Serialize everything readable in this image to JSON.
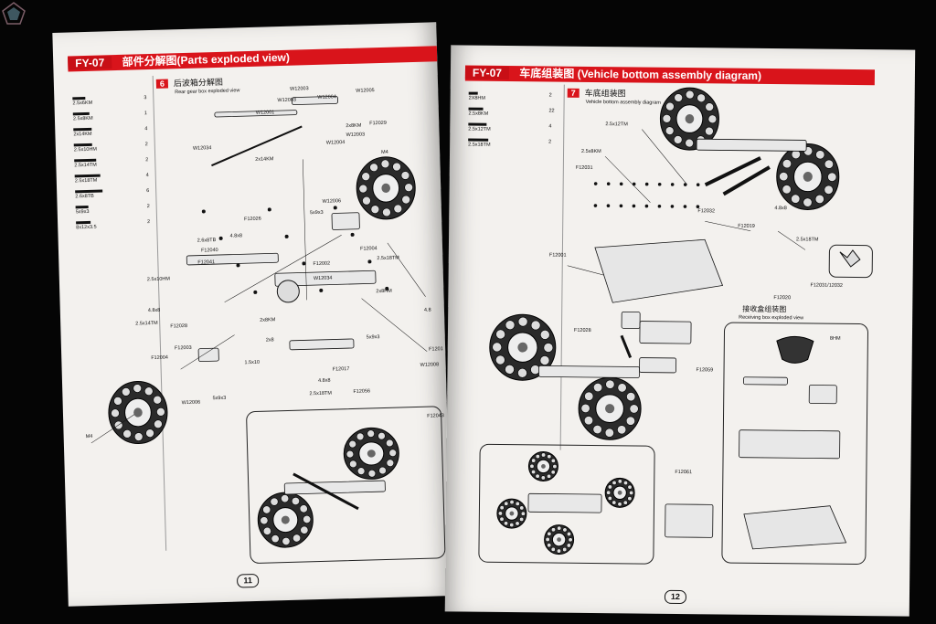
{
  "left": {
    "header": {
      "model": "FY-07",
      "title": "部件分解图(Parts exploded view)"
    },
    "section": {
      "num": "6",
      "title_cn": "后波箱分解图",
      "title_en": "Rear gear box exploded view"
    },
    "parts_list": [
      {
        "label": "2.5x6KM",
        "qty": "3"
      },
      {
        "label": "2.5x8KM",
        "qty": "1"
      },
      {
        "label": "2x14KM",
        "qty": "4"
      },
      {
        "label": "2.5x10HM",
        "qty": "2"
      },
      {
        "label": "2.5x14TM",
        "qty": "2"
      },
      {
        "label": "2.5x18TM",
        "qty": "4"
      },
      {
        "label": "2.6x8TB",
        "qty": "6"
      },
      {
        "label": "5x9x3",
        "qty": "2"
      },
      {
        "label": "8x12x3.5",
        "qty": "2"
      }
    ],
    "callouts": [
      {
        "t": "W12003"
      },
      {
        "t": "W12004"
      },
      {
        "t": "W12005"
      },
      {
        "t": "W12003"
      },
      {
        "t": "W12001"
      },
      {
        "t": "2x8KM"
      },
      {
        "t": "F12029"
      },
      {
        "t": "W12003"
      },
      {
        "t": "W12004"
      },
      {
        "t": "W12034"
      },
      {
        "t": "2x14KM"
      },
      {
        "t": "M4"
      },
      {
        "t": "F12026"
      },
      {
        "t": "W12006"
      },
      {
        "t": "5x9x3"
      },
      {
        "t": "2.6x8TB"
      },
      {
        "t": "4.8x8"
      },
      {
        "t": "F12040"
      },
      {
        "t": "F12041"
      },
      {
        "t": "F12004"
      },
      {
        "t": "2.5x18TM"
      },
      {
        "t": "F12002"
      },
      {
        "t": "2.5x10HM"
      },
      {
        "t": "W12034"
      },
      {
        "t": "2x8HM"
      },
      {
        "t": "4.8x8"
      },
      {
        "t": "2.5x14TM"
      },
      {
        "t": "F12028"
      },
      {
        "t": "2x8KM"
      },
      {
        "t": "4.8"
      },
      {
        "t": "F12003"
      },
      {
        "t": "2x8"
      },
      {
        "t": "5x9x3"
      },
      {
        "t": "F12004"
      },
      {
        "t": "1.5x10"
      },
      {
        "t": "F12017"
      },
      {
        "t": "W12008"
      },
      {
        "t": "4.8x8"
      },
      {
        "t": "5x9x3"
      },
      {
        "t": "W12006"
      },
      {
        "t": "2.5x18TM"
      },
      {
        "t": "F12056"
      },
      {
        "t": "F12043"
      },
      {
        "t": "M4"
      },
      {
        "t": "F1201"
      }
    ],
    "page_number": "11"
  },
  "right": {
    "header": {
      "model": "FY-07",
      "title": "车底组装图 (Vehicle bottom assembly diagram)"
    },
    "section": {
      "num": "7",
      "title_cn": "车底组装图",
      "title_en": "Vehicle bottom assembly diagram"
    },
    "parts_list": [
      {
        "label": "2X8HM",
        "qty": "2"
      },
      {
        "label": "2.5x8KM",
        "qty": "22"
      },
      {
        "label": "2.5x12TM",
        "qty": "4"
      },
      {
        "label": "2.5x18TM",
        "qty": "2"
      }
    ],
    "callouts": [
      {
        "t": "2.5x12TM"
      },
      {
        "t": "2.5x8KM"
      },
      {
        "t": "F12031"
      },
      {
        "t": "F12032"
      },
      {
        "t": "F12019"
      },
      {
        "t": "4.8x8"
      },
      {
        "t": "2.5x18TM"
      },
      {
        "t": "F12001"
      },
      {
        "t": "F12020"
      },
      {
        "t": "F12031/12032"
      },
      {
        "t": "F12028"
      },
      {
        "t": "F12059"
      },
      {
        "t": "F12061"
      },
      {
        "t": "8HM"
      }
    ],
    "receiver": {
      "title_cn": "接收盒组装图",
      "title_en": "Receiving box exploded view"
    },
    "page_number": "12"
  }
}
